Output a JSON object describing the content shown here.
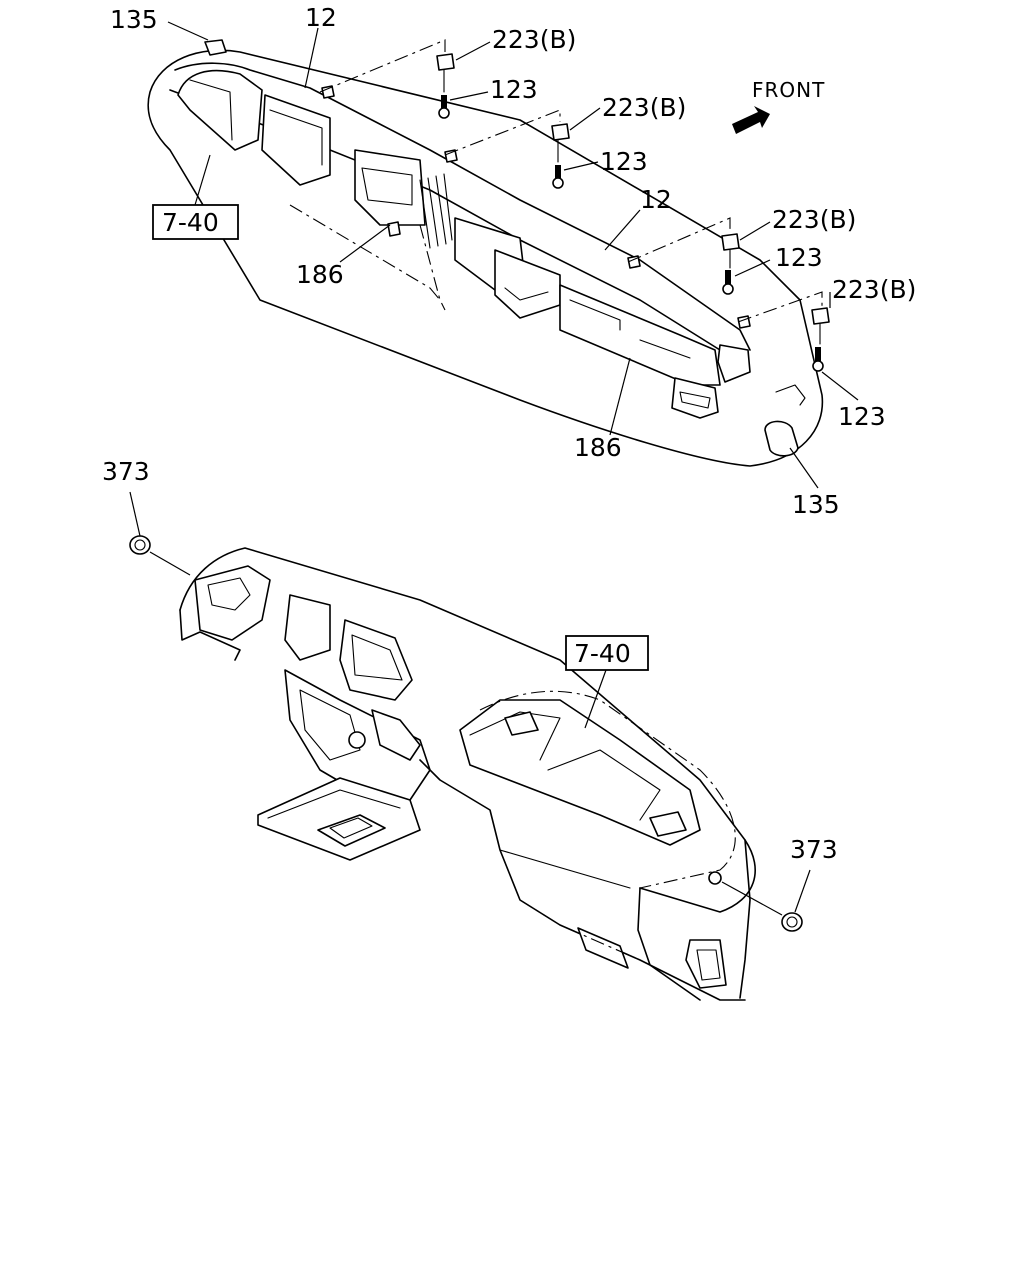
{
  "labels": {
    "p135_a": "135",
    "p12_a": "12",
    "p223b_1": "223(B)",
    "p123_1": "123",
    "p223b_2": "223(B)",
    "p123_2": "123",
    "p12_b": "12",
    "p223b_3": "223(B)",
    "p123_3": "123",
    "p223b_4": "223(B)",
    "p123_4": "123",
    "p186_a": "186",
    "p186_b": "186",
    "p135_b": "135",
    "ref_740_a": "7-40",
    "ref_740_b": "7-40",
    "p373_a": "373",
    "p373_b": "373",
    "front": "FRONT"
  }
}
